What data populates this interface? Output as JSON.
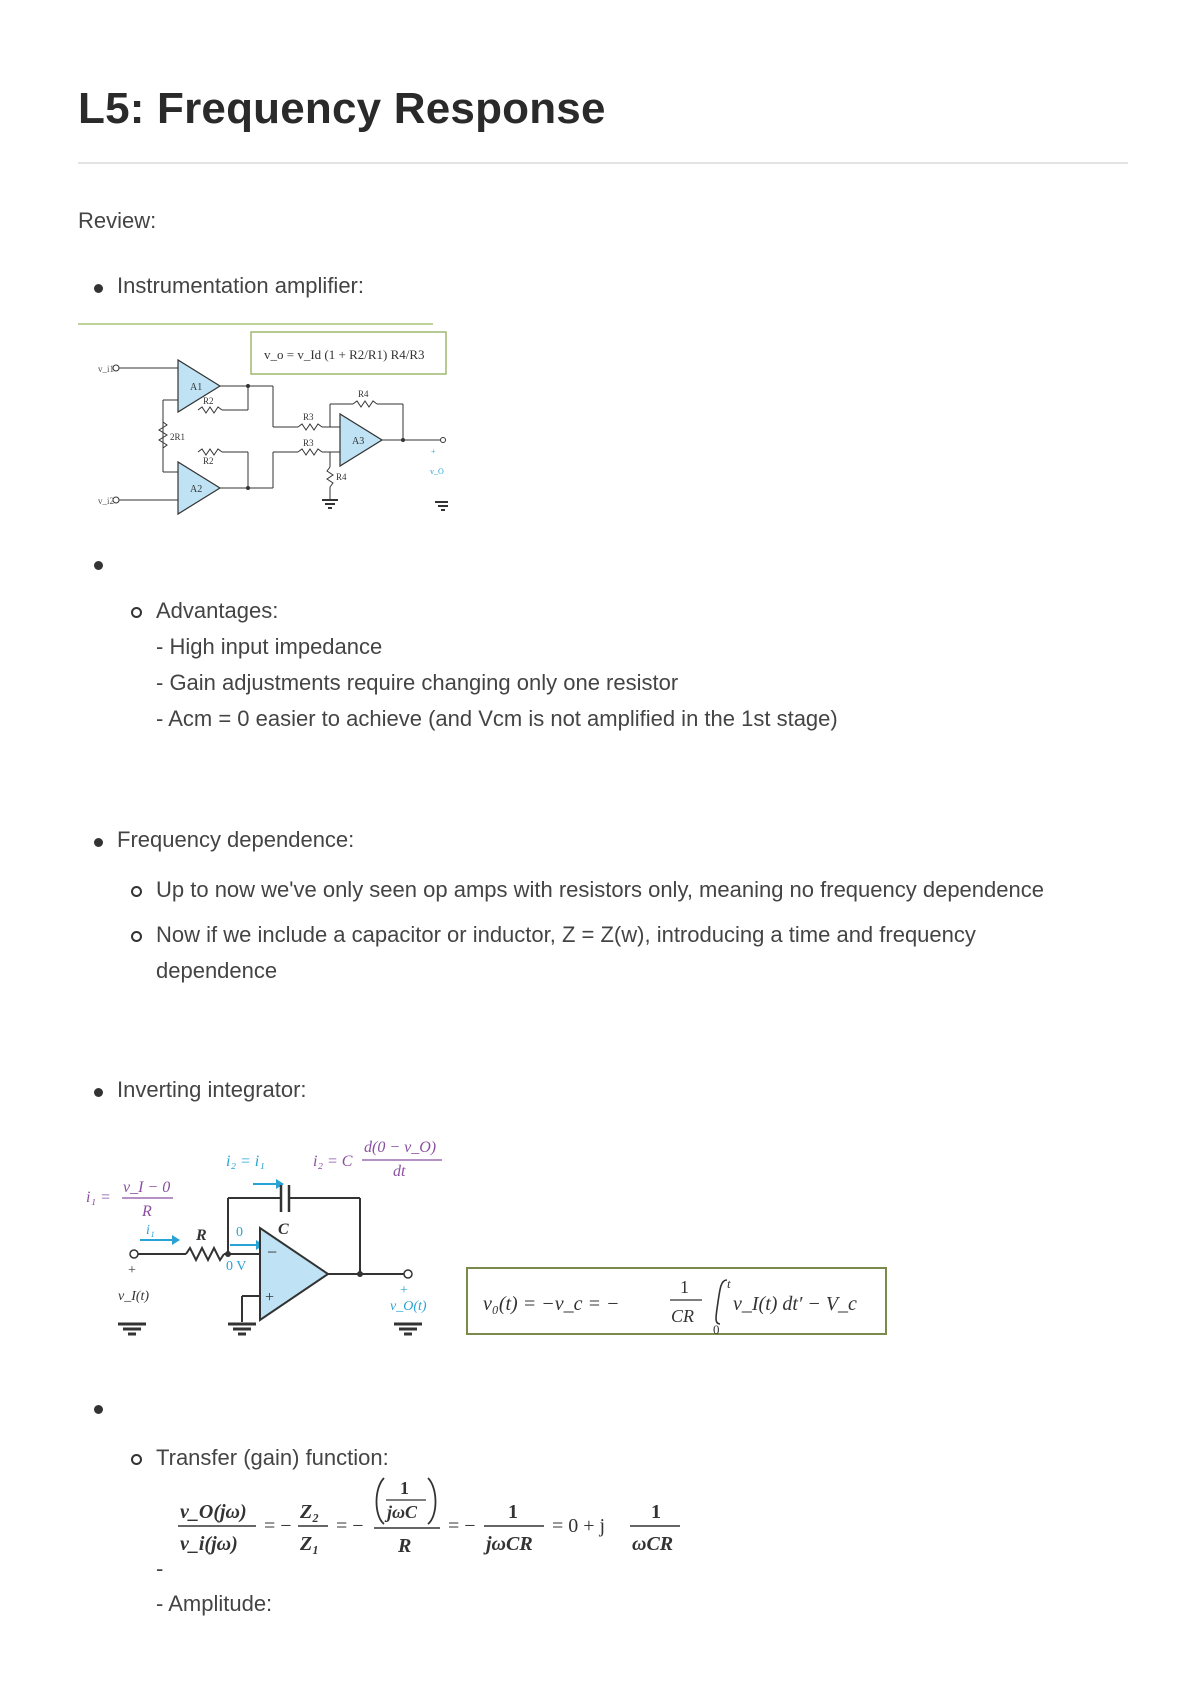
{
  "title": "L5: Frequency Response",
  "review_label": "Review:",
  "instrumentation": {
    "bullet_label": "Instrumentation amplifier:",
    "figure_equation": "v_o = v_Id (1 + R2/R1) R4/R3",
    "labels": {
      "vi1": "v_i1",
      "vi2": "v_i2",
      "a1": "A1",
      "a2": "A2",
      "a3": "A3",
      "r2a": "R2",
      "r2b": "R2",
      "r1": "2R1",
      "r3a": "R3",
      "r3b": "R3",
      "r4a": "R4",
      "r4b": "R4",
      "plus": "+",
      "vo": "v_O"
    }
  },
  "advantages": {
    "label": "Advantages:",
    "items": [
      "- High input impedance",
      "- Gain adjustments require changing only one resistor",
      "- Acm = 0 easier to achieve (and Vcm is not amplified in the 1st stage)"
    ]
  },
  "frequency": {
    "label": "Frequency dependence:",
    "items": [
      "Up to now we've only seen op amps with resistors only, meaning no frequency dependence",
      "Now if we include a capacitor or inductor, Z = Z(w), introducing a time and frequency",
      "dependence"
    ]
  },
  "integrator": {
    "label": "Inverting integrator:",
    "eq_i1_lhs": "i₁ =",
    "eq_i1_num": "v_I − 0",
    "eq_i1_den": "R",
    "eq_i2": "i₂ = i₁",
    "eq_ic_lhs": "i₂ = C",
    "eq_ic_num": "d(0 − v_O)",
    "eq_ic_den": "dt",
    "lbl_i1": "i₁",
    "lbl_r": "R",
    "lbl_c": "C",
    "lbl_0": "0",
    "lbl_0v": "0 V",
    "lbl_plus_in": "+",
    "lbl_vi": "v_I(t)",
    "lbl_plus_out": "+",
    "lbl_vo": "v_O(t)",
    "opamp_minus": "−",
    "opamp_plus": "+",
    "boxed_eq_left": "v₀(t) = −v_c = −",
    "boxed_eq_frac_num": "1",
    "boxed_eq_frac_den": "CR",
    "boxed_eq_upper": "t",
    "boxed_eq_lower": "0",
    "boxed_eq_right": "v_I(t) dt′ − V_c"
  },
  "transfer": {
    "label": "Transfer (gain) function:",
    "eq": {
      "lhs_num": "v_O(jω)",
      "lhs_den": "v_i(jω)",
      "eq1": "= −",
      "z_num": "Z₂",
      "z_den": "Z₁",
      "eq2": "= −",
      "inner_num": "1",
      "inner_den": "jωC",
      "r_den": "R",
      "eq3": "= −",
      "f3_num": "1",
      "f3_den": "jωCR",
      "eq4": "= 0 + j",
      "f4_num": "1",
      "f4_den": "ωCR"
    },
    "dash": "-",
    "amplitude": "- Amplitude:"
  },
  "colors": {
    "text": "#444444",
    "accent_blue": "#29a3d6",
    "accent_purple": "#8a4fa0",
    "box_border": "#7a8a4a"
  }
}
